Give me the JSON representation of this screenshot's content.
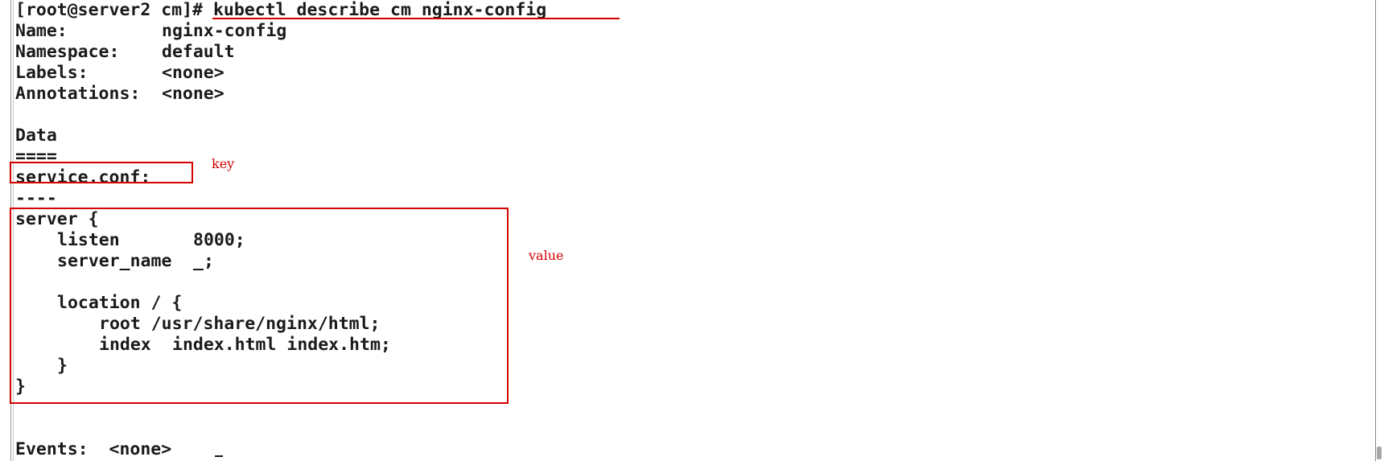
{
  "terminal": {
    "prompt": "[root@server2 cm]# ",
    "command": "kubectl describe cm nginx-config",
    "fields": [
      {
        "key": "Name:",
        "value": "nginx-config"
      },
      {
        "key": "Namespace:",
        "value": "default"
      },
      {
        "key": "Labels:",
        "value": "<none>"
      },
      {
        "key": "Annotations:",
        "value": "<none>"
      }
    ],
    "data_heading": "Data",
    "data_rule": "====",
    "config_key": "service.conf:",
    "key_rule": "----",
    "server_open": "server {",
    "listen_key": "listen",
    "listen_value": "8000;",
    "server_name_key": "server_name",
    "server_name_value": "_;",
    "location_open": "location / {",
    "root_line": "root /usr/share/nginx/html;",
    "index_key": "index",
    "index_value": "index.html index.htm;",
    "location_close": "}",
    "server_close": "}",
    "events_label": "Events:",
    "events_value": "<none>"
  },
  "annotations": {
    "key_note": "key",
    "value_note": "value",
    "accent_color": "#d40000"
  }
}
